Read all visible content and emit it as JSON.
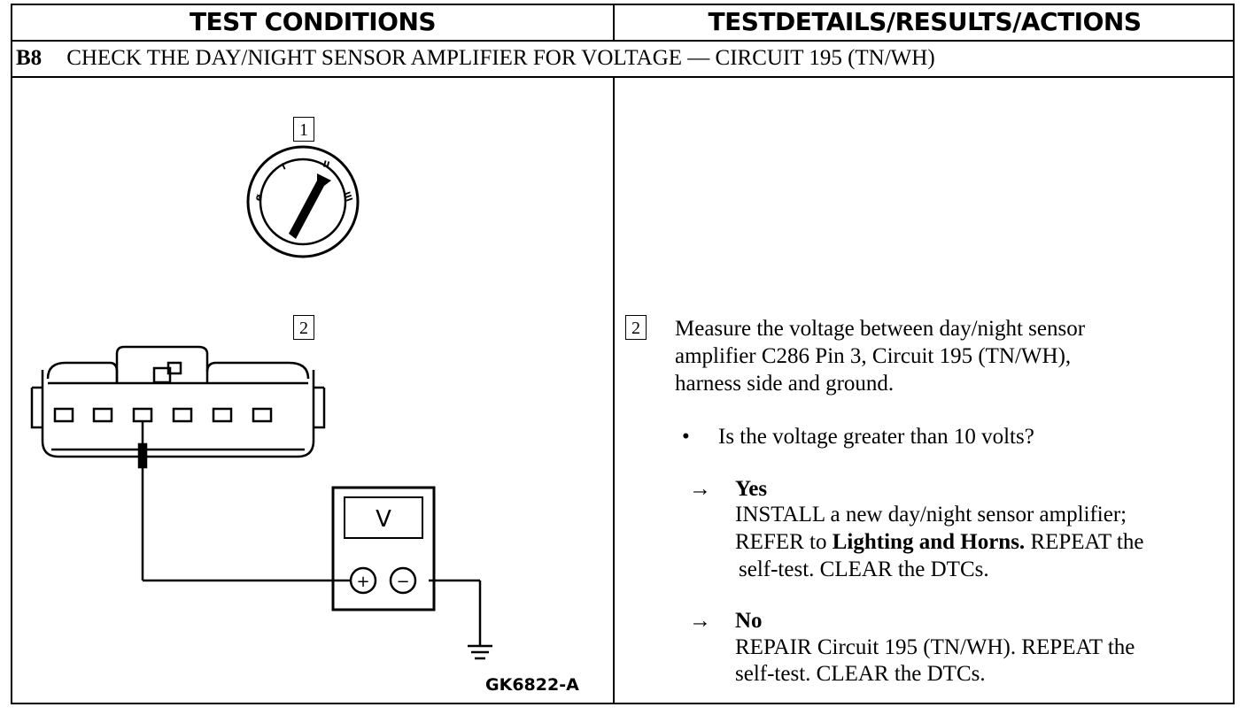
{
  "header": {
    "left_title": "TEST CONDITIONS",
    "right_title": "TESTDETAILS/RESULTS/ACTIONS"
  },
  "step": {
    "number": "B8",
    "title": "CHECK THE DAY/NIGHT SENSOR AMPLIFIER FOR VOLTAGE — CIRCUIT 195 (TN/WH)"
  },
  "diagram": {
    "callout_1": "1",
    "callout_2": "2",
    "meter_label": "V",
    "plus": "+",
    "minus": "−",
    "part_number": "GK6822-A"
  },
  "details": {
    "callout": "2",
    "instruction_lines": [
      "Measure the voltage between day/night sensor",
      "amplifier C286 Pin 3, Circuit 195 (TN/WH),",
      "harness side and ground."
    ],
    "bullet": "•",
    "question": "Is the voltage greater than 10 volts?",
    "arrow": "→",
    "yes": {
      "label": "Yes",
      "line1": "INSTALL a new day/night sensor amplifier;",
      "line2_a": "REFER to ",
      "line2_b": "Lighting and Horns.",
      "line2_c": " REPEAT the",
      "line3": "self-test. CLEAR the DTCs."
    },
    "no": {
      "label": "No",
      "line1": "REPAIR Circuit 195 (TN/WH). REPEAT the",
      "line2": "self-test. CLEAR the DTCs."
    }
  }
}
